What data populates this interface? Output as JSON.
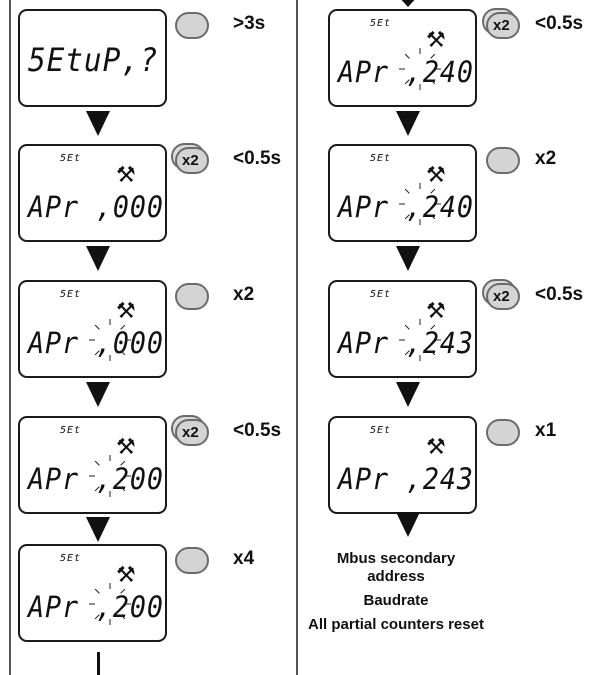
{
  "left_column": [
    {
      "set": "",
      "main": "5EtuP,?",
      "button": "single",
      "x2": "",
      "action": ">3s",
      "blink": false
    },
    {
      "set": "5Et",
      "main": "APr ,000",
      "button": "double",
      "x2": "x2",
      "action": "<0.5s",
      "blink": false
    },
    {
      "set": "5Et",
      "main": "APr ,000",
      "button": "single",
      "x2": "",
      "action": "x2",
      "blink": true
    },
    {
      "set": "5Et",
      "main": "APr ,200",
      "button": "double",
      "x2": "x2",
      "action": "<0.5s",
      "blink": true
    },
    {
      "set": "5Et",
      "main": "APr ,200",
      "button": "single",
      "x2": "",
      "action": "x4",
      "blink": true
    }
  ],
  "right_column": [
    {
      "set": "5Et",
      "main": "APr ,240",
      "button": "double",
      "x2": "x2",
      "action": "<0.5s",
      "blink": true
    },
    {
      "set": "5Et",
      "main": "APr ,240",
      "button": "single",
      "x2": "",
      "action": "x2",
      "blink": true
    },
    {
      "set": "5Et",
      "main": "APr ,243",
      "button": "double",
      "x2": "x2",
      "action": "<0.5s",
      "blink": true
    },
    {
      "set": "5Et",
      "main": "APr ,243",
      "button": "single",
      "x2": "",
      "action": "x1",
      "blink": false
    }
  ],
  "result_notes": [
    "Mbus secondary address",
    "Baudrate",
    "All partial counters reset"
  ],
  "colors": {
    "lcd_border": "#1a1a1a",
    "button_fill": "#d4d4d4",
    "button_border": "#6b6b6b",
    "arrow": "#111111"
  },
  "icons": {
    "tool": "wrench-screwdriver-icon",
    "button": "push-button-icon",
    "blink": "blink-rays-icon"
  }
}
